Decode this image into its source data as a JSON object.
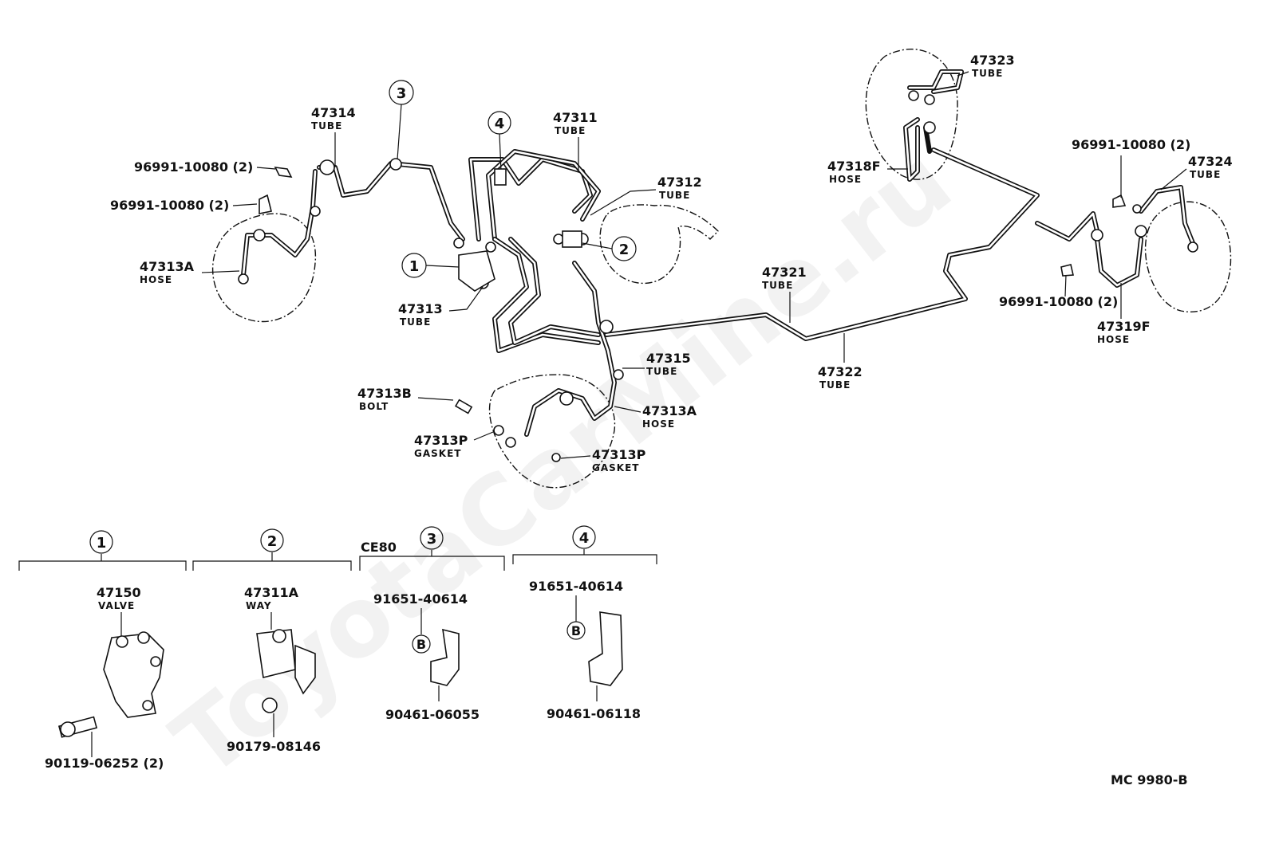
{
  "diagram": {
    "watermark": "ToyotaCarMine.ru",
    "figure_code": "MC  9980-B",
    "variant_label": "CE80",
    "labels": [
      {
        "id": "p47314",
        "number": "47314",
        "desc": "TUBE"
      },
      {
        "id": "p96991a",
        "number": "96991-10080 (2)",
        "desc": ""
      },
      {
        "id": "p96991b",
        "number": "96991-10080 (2)",
        "desc": ""
      },
      {
        "id": "p47313a_l",
        "number": "47313A",
        "desc": "HOSE"
      },
      {
        "id": "p47313",
        "number": "47313",
        "desc": "TUBE"
      },
      {
        "id": "p47311",
        "number": "47311",
        "desc": "TUBE"
      },
      {
        "id": "p47312",
        "number": "47312",
        "desc": "TUBE"
      },
      {
        "id": "p47313b",
        "number": "47313B",
        "desc": "BOLT"
      },
      {
        "id": "p47313p_l",
        "number": "47313P",
        "desc": "GASKET"
      },
      {
        "id": "p47313p_r",
        "number": "47313P",
        "desc": "GASKET"
      },
      {
        "id": "p47313a_r",
        "number": "47313A",
        "desc": "HOSE"
      },
      {
        "id": "p47315",
        "number": "47315",
        "desc": "TUBE"
      },
      {
        "id": "p47321",
        "number": "47321",
        "desc": "TUBE"
      },
      {
        "id": "p47322",
        "number": "47322",
        "desc": "TUBE"
      },
      {
        "id": "p47323",
        "number": "47323",
        "desc": "TUBE"
      },
      {
        "id": "p47318f",
        "number": "47318F",
        "desc": "HOSE"
      },
      {
        "id": "p96991c",
        "number": "96991-10080 (2)",
        "desc": ""
      },
      {
        "id": "p47324",
        "number": "47324",
        "desc": "TUBE"
      },
      {
        "id": "p96991d",
        "number": "96991-10080 (2)",
        "desc": ""
      },
      {
        "id": "p47319f",
        "number": "47319F",
        "desc": "HOSE"
      },
      {
        "id": "p47150",
        "number": "47150",
        "desc": "VALVE"
      },
      {
        "id": "p90119",
        "number": "90119-06252 (2)",
        "desc": ""
      },
      {
        "id": "p47311a",
        "number": "47311A",
        "desc": "WAY"
      },
      {
        "id": "p90179",
        "number": "90179-08146",
        "desc": ""
      },
      {
        "id": "p91651a",
        "number": "91651-40614",
        "desc": ""
      },
      {
        "id": "p90461a",
        "number": "90461-06055",
        "desc": ""
      },
      {
        "id": "p91651b",
        "number": "91651-40614",
        "desc": ""
      },
      {
        "id": "p90461b",
        "number": "90461-06118",
        "desc": ""
      }
    ],
    "callouts": [
      "1",
      "2",
      "3",
      "4"
    ],
    "b_marker": "B"
  }
}
